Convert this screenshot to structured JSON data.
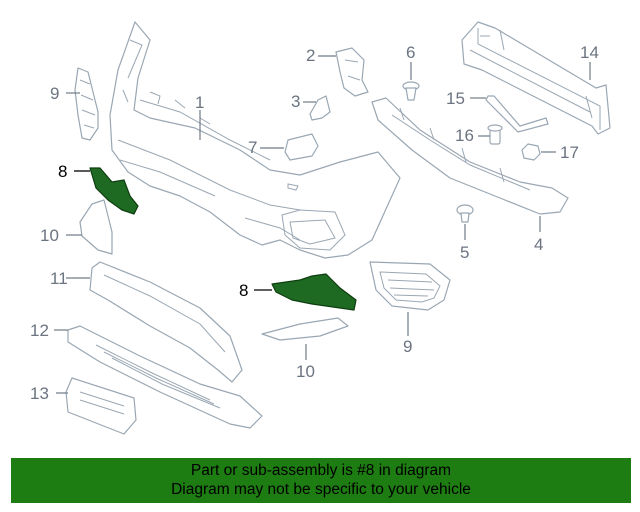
{
  "callouts": {
    "c1": "1",
    "c2": "2",
    "c3": "3",
    "c4": "4",
    "c5": "5",
    "c6": "6",
    "c7": "7",
    "c8a": "8",
    "c8b": "8",
    "c9a": "9",
    "c9b": "9",
    "c10a": "10",
    "c10b": "10",
    "c11": "11",
    "c12": "12",
    "c13": "13",
    "c14": "14",
    "c15": "15",
    "c16": "16",
    "c17": "17"
  },
  "highlighted_part": "8",
  "highlight_color": "#1f6a22",
  "footer": {
    "line1": "Part or sub-assembly is #8 in diagram",
    "line2": "Diagram may not be specific to your vehicle",
    "background": "#1e7d12"
  }
}
